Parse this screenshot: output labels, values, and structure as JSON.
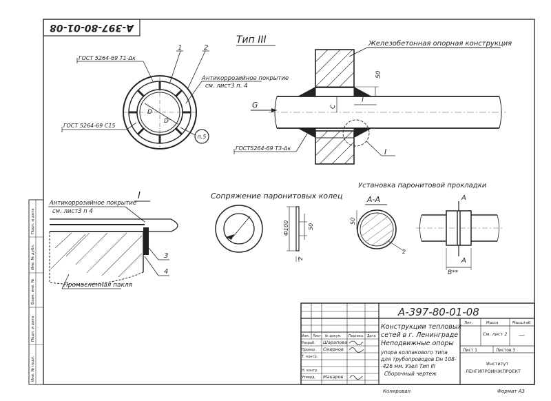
{
  "stamp_top": "А-397-80-01-08",
  "view_title": "Тип III",
  "structure_label": "Железобетонная опорная конструкция",
  "left_view": {
    "gost_top": "ГОСТ 5264-69 Т1-Δк",
    "gost_bottom": "ГОСТ 5264-69 С15",
    "coating_line1": "Антикоррозийное покрытие",
    "coating_line2": "см. лист3 п. 4",
    "callout_1": "1",
    "callout_2": "2",
    "ref_note": "п.5",
    "dim_d": "D",
    "dim_d2": "D'"
  },
  "right_view": {
    "flow_label": "G",
    "gost": "ГОСТ5264-69 Т3-Δк",
    "dim_50": "50",
    "dim_l": "l",
    "dim_c": "C",
    "detail_ref": "I"
  },
  "detail_I": {
    "title": "I",
    "coating_line1": "Антикоррозийное покрытие",
    "coating_line2": "см. лист3 п 4",
    "callout_3": "3",
    "callout_4": "4",
    "bottom_label": "Промасленная пакля"
  },
  "paronite": {
    "title": "Сопряжение паронитовых колец",
    "dim_100": "Ф100",
    "dim_50": "50",
    "dim_2": "2"
  },
  "gasket": {
    "title": "Установка паронитовой прокладки",
    "section": "А-А",
    "dim_50": "50",
    "dim_2": "2",
    "mark_a_top": "А",
    "mark_a_bottom": "А",
    "dim_b": "В**"
  },
  "side_table": [
    "Инв. № подл.",
    "Подп. и дата",
    "Взам. инв. №",
    "Инв. № дубл.",
    "Подп. и дата"
  ],
  "title_block": {
    "code": "А-397-80-01-08",
    "desc_line1": "Конструкции тепловых",
    "desc_line2": "сетей в г. Ленинграде",
    "desc_line3": "Неподвижные опоры",
    "desc_line4": "упора колпакового типа",
    "desc_line5": "для трубопроводов Dн 108-",
    "desc_line6": "-426 мм. Узел Тип III",
    "desc_line7": "Сборочный чертеж",
    "col_izm": "Изм.",
    "col_list": "Лист",
    "col_doc": "№ докум.",
    "col_sign": "Подпись",
    "col_date": "Дата",
    "role1": "Разраб.",
    "role2": "Провер.",
    "role3": "Т. контр.",
    "role4": "Н. контр.",
    "role5": "Утверд.",
    "name1": "Шарапова",
    "name2": "Смирнов",
    "name5": "Макаров",
    "lit_label": "Лит.",
    "mass_label": "Масса",
    "scale_label": "Масштаб",
    "sheet_label": "Лист 1",
    "sheets_label": "Листов 3",
    "scale_value": "См. лист 2",
    "dash": "—",
    "org1": "Институт",
    "org2": "ЛЕНГИПРОИНЖПРОЕКТ",
    "footer_copy": "Копировал",
    "footer_format": "Формат А3"
  }
}
